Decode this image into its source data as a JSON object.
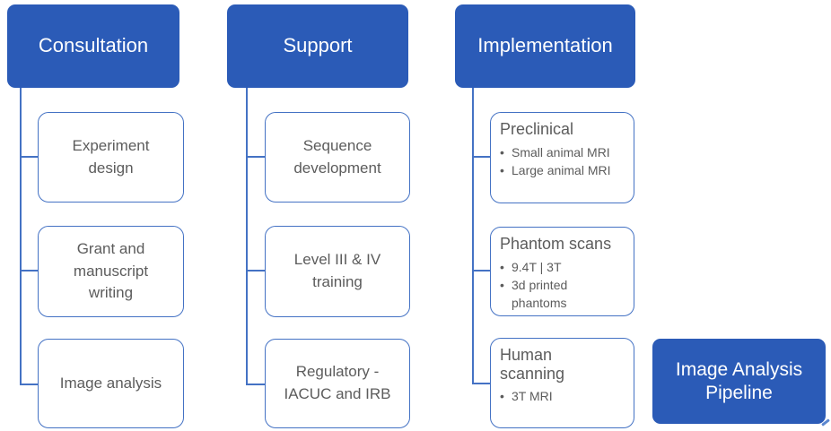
{
  "colors": {
    "header_fill": "#2B5BB7",
    "box_border": "#4472C4",
    "connector": "#4472C4",
    "body_text": "#5C5C5C",
    "header_text": "#FFFFFF"
  },
  "columns": [
    {
      "title": "Consultation",
      "items": [
        {
          "text": "Experiment\ndesign"
        },
        {
          "text": "Grant and\nmanuscript\nwriting"
        },
        {
          "text": "Image analysis"
        }
      ]
    },
    {
      "title": "Support",
      "items": [
        {
          "text": "Sequence\ndevelopment"
        },
        {
          "text": "Level III & IV\ntraining"
        },
        {
          "text": "Regulatory -\nIACUC and IRB"
        }
      ]
    },
    {
      "title": "Implementation",
      "items": [
        {
          "title": "Preclinical",
          "bullets": [
            "Small animal MRI",
            "Large animal MRI"
          ]
        },
        {
          "title": "Phantom scans",
          "bullets": [
            "9.4T | 3T",
            "3d printed\nphantoms"
          ]
        },
        {
          "title": "Human\nscanning",
          "bullets": [
            "3T MRI"
          ]
        }
      ]
    }
  ],
  "pipeline": {
    "label": "Image Analysis\nPipeline"
  }
}
